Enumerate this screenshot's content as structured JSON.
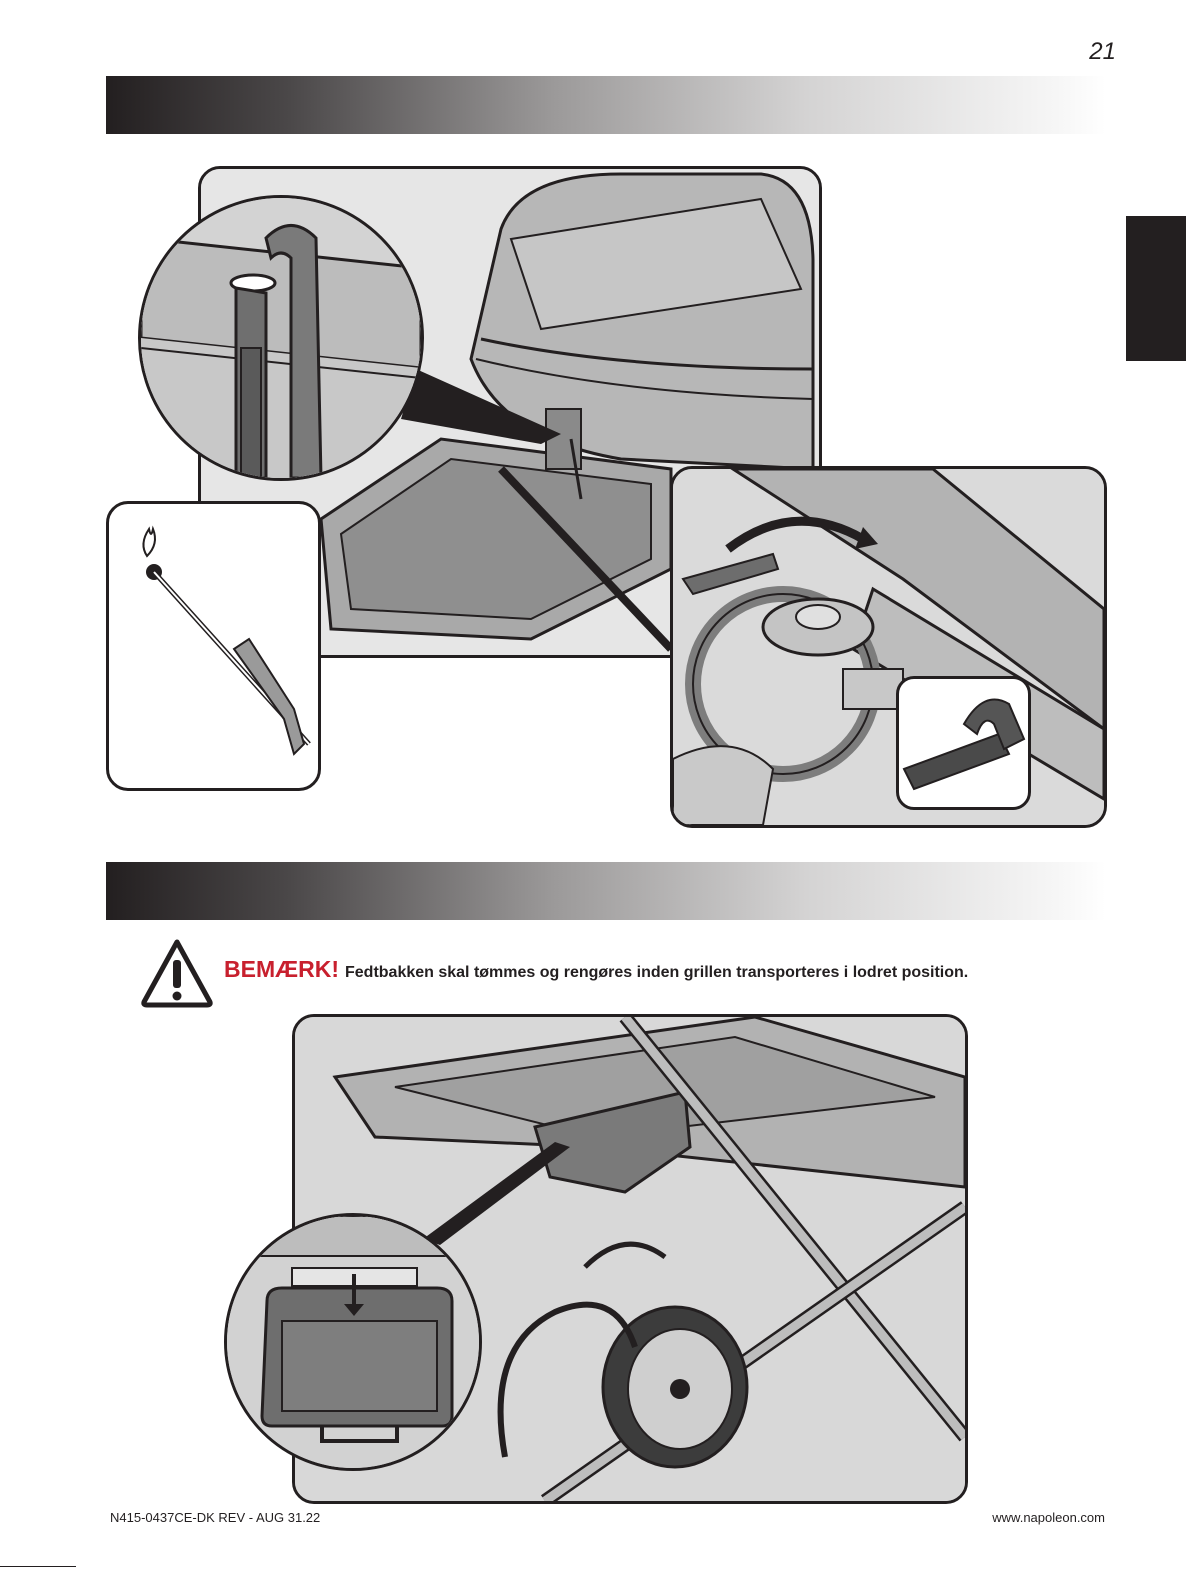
{
  "page": {
    "number": "21"
  },
  "notice": {
    "icon": "warning-triangle-icon",
    "label": "BEMÆRK!",
    "text": "Fedtbakken skal tømmes og rengøres inden grillen transporteres i lodret position.",
    "label_color": "#c8202e"
  },
  "footer": {
    "doc_code": "N415-0437CE-DK REV - AUG 31.22",
    "website": "www.napoleon.com"
  },
  "colors": {
    "ink": "#231f20",
    "illustration_gray": "#bdbdbd"
  }
}
